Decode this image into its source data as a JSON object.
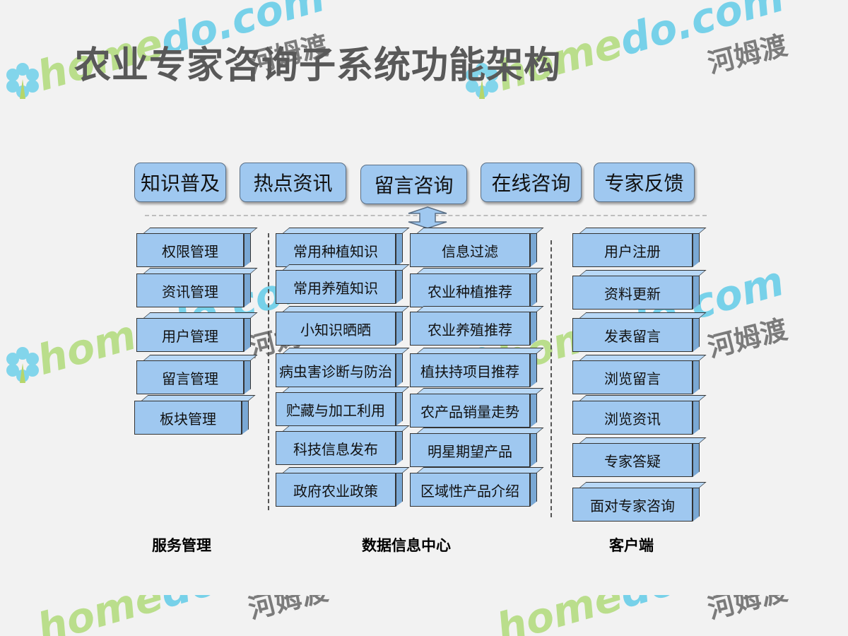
{
  "title": "农业专家咨询子系统功能架构",
  "watermark": {
    "brand_prefix": "home",
    "brand_dot": "do.com",
    "brand_cn": "河姆渡"
  },
  "tabs": [
    "知识普及",
    "热点资讯",
    "留言咨询",
    "在线咨询",
    "专家反馈"
  ],
  "service_management": {
    "label": "服务管理",
    "items": [
      "权限管理",
      "资讯管理",
      "用户管理",
      "留言管理",
      "板块管理"
    ]
  },
  "data_center": {
    "label": "数据信息中心",
    "left_items": [
      "常用种植知识",
      "常用养殖知识",
      "小知识晒晒",
      "病虫害诊断与防治",
      "贮藏与加工利用",
      "科技信息发布",
      "政府农业政策"
    ],
    "right_items": [
      "信息过滤",
      "农业种植推荐",
      "农业养殖推荐",
      "植扶持项目推荐",
      "农产品销量走势",
      "明星期望产品",
      "区域性产品介绍"
    ]
  },
  "client": {
    "label": "客户端",
    "items": [
      "用户注册",
      "资料更新",
      "发表留言",
      "浏览留言",
      "浏览资讯",
      "专家答疑",
      "面对专家咨询"
    ]
  },
  "colors": {
    "box_fill": "#9fc8f0",
    "box_border": "#333333",
    "background": "#f2f2f2"
  }
}
